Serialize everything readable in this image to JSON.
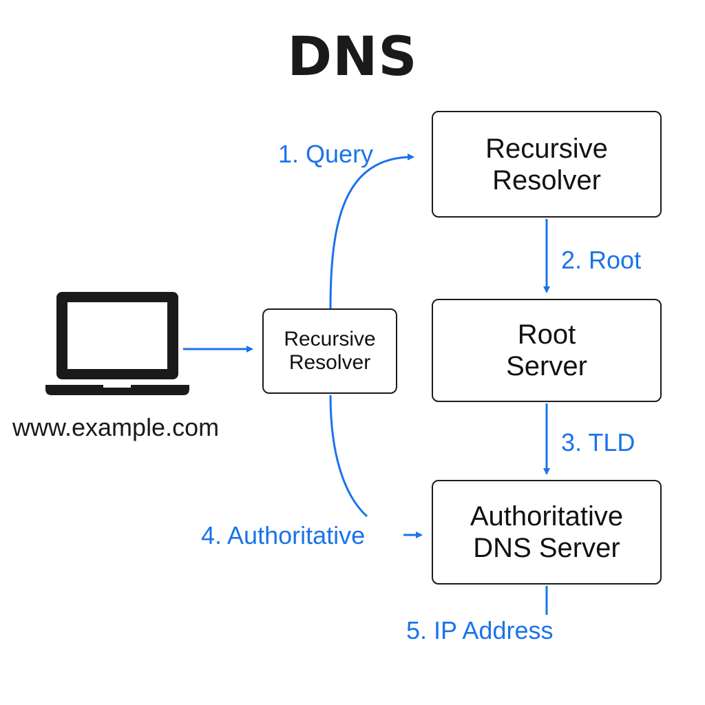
{
  "title": "DNS",
  "client": {
    "domain": "www.example.com"
  },
  "nodes": {
    "resolver_top": {
      "line1": "Recursive",
      "line2": "Resolver"
    },
    "resolver_mid": {
      "line1": "Recursive",
      "line2": "Resolver"
    },
    "root": {
      "line1": "Root",
      "line2": "Server"
    },
    "authoritative": {
      "line1": "Authoritative",
      "line2": "DNS Server"
    }
  },
  "steps": {
    "query": "1. Query",
    "root": "2. Root",
    "tld": "3. TLD",
    "authoritative": "4. Authoritative",
    "ip": "5. IP Address"
  },
  "colors": {
    "arrow": "#1a73e8",
    "outline": "#1a1a1a"
  },
  "icons": {
    "client": "laptop-icon"
  }
}
